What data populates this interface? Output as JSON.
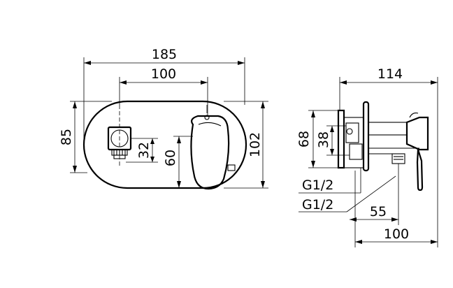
{
  "drawing": {
    "front": {
      "overall_width": "185",
      "center_distance": "100",
      "overall_height": "85",
      "outer_height": "102",
      "outlet_offset": "32",
      "lever_offset": "60"
    },
    "side": {
      "depth": "114",
      "box_height": "68",
      "box_inner_height": "38",
      "thread_inlet": "G1/2",
      "thread_outlet": "G1/2",
      "outlet_distance": "55",
      "outlet_projection": "100"
    }
  }
}
